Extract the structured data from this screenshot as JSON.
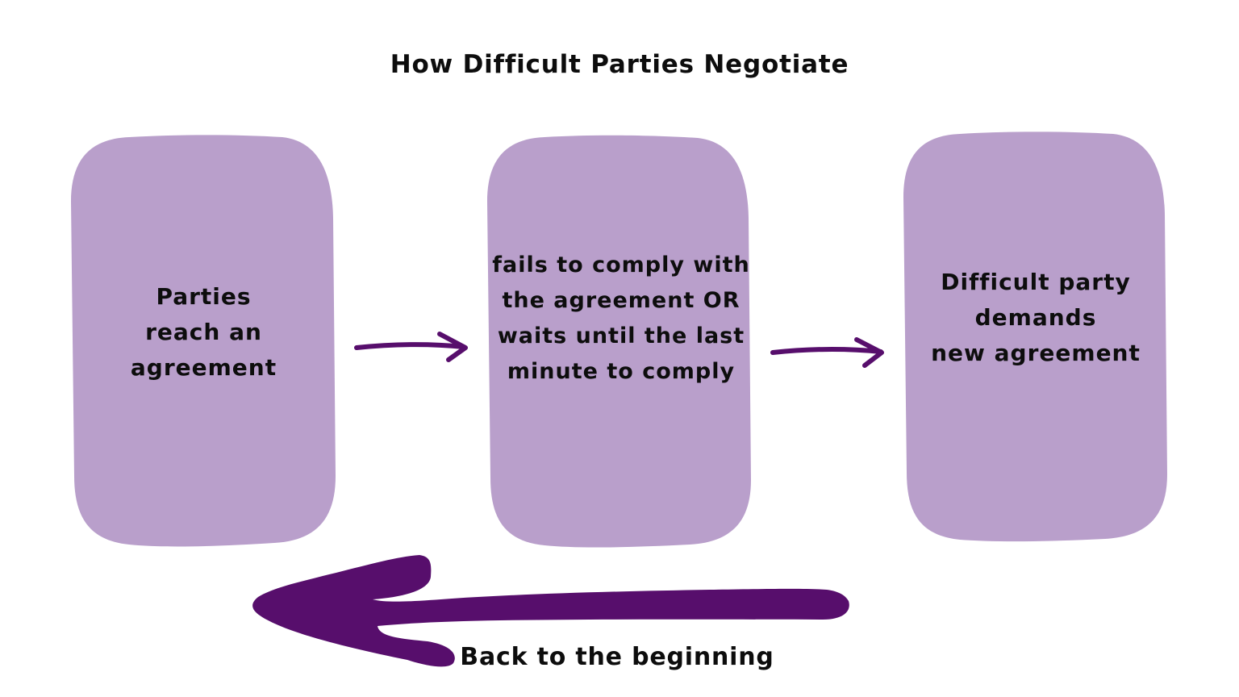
{
  "title": "How Difficult Parties Negotiate",
  "colors": {
    "box_fill": "#b99fcb",
    "arrow": "#570e6c",
    "text": "#0d0d0d",
    "background": "#ffffff"
  },
  "steps": [
    {
      "text": "Parties\nreach an\nagreement"
    },
    {
      "text": "fails to comply with\nthe agreement OR\nwaits until the last\nminute to comply"
    },
    {
      "text": "Difficult party\ndemands\nnew agreement"
    }
  ],
  "connectors": [
    {
      "from": "step-1",
      "to": "step-2",
      "icon": "right-arrow-icon"
    },
    {
      "from": "step-2",
      "to": "step-3",
      "icon": "right-arrow-icon"
    }
  ],
  "loop_back": {
    "icon": "left-arrow-icon",
    "label": "Back to the beginning"
  }
}
